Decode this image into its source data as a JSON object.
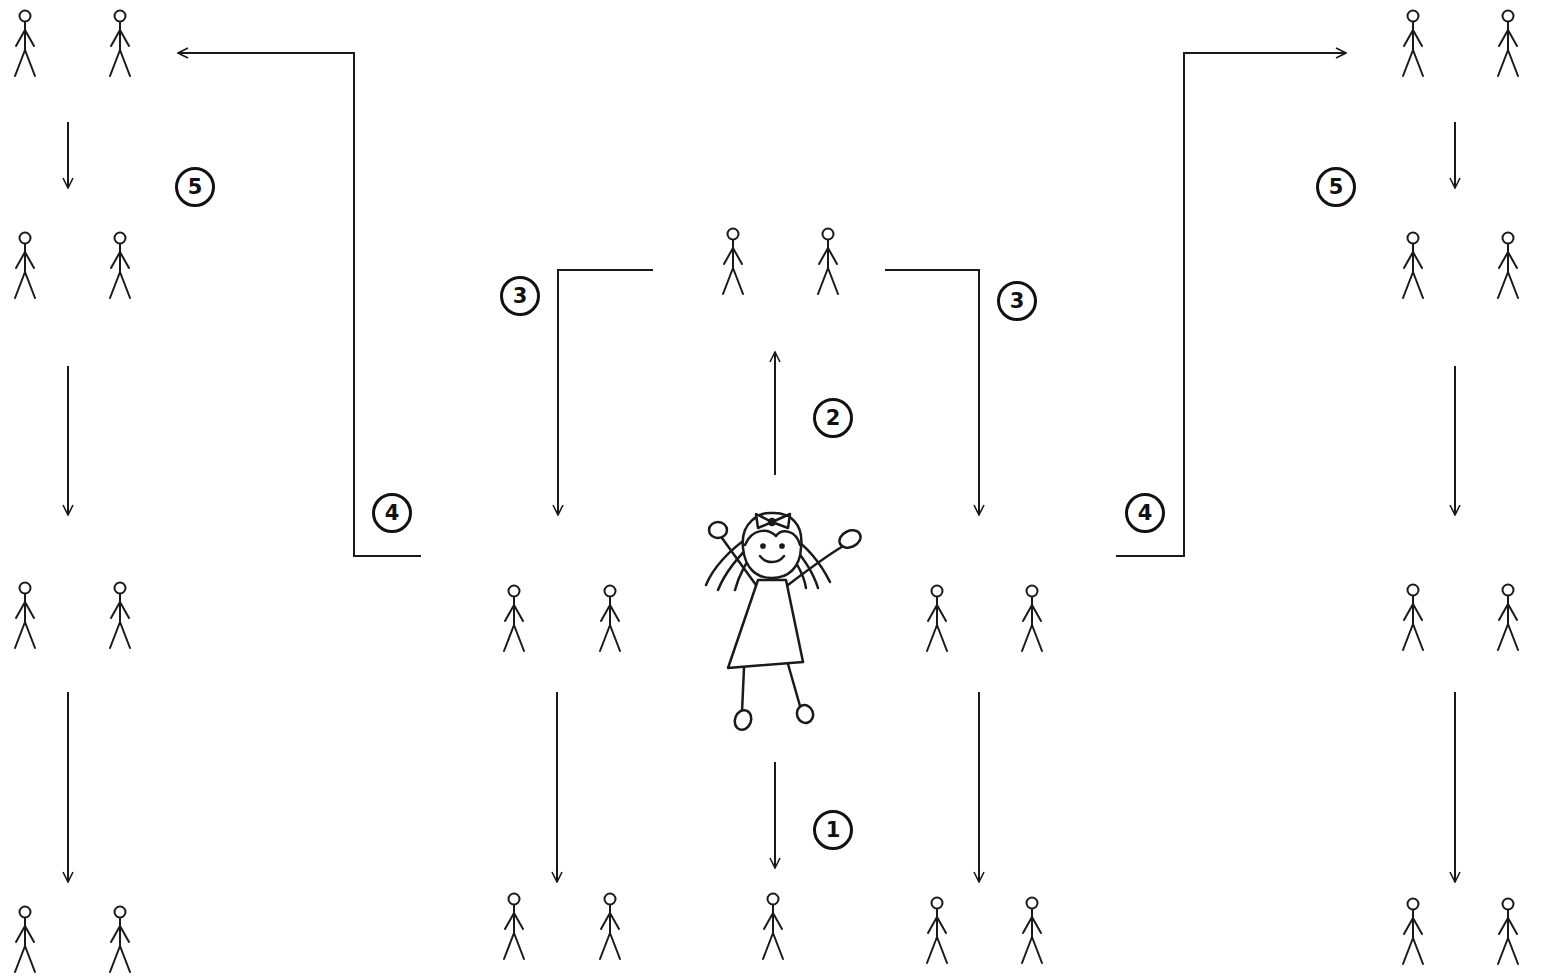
{
  "diagram": {
    "labels": [
      "5",
      "5",
      "3",
      "3",
      "2",
      "4",
      "4",
      "1"
    ]
  }
}
